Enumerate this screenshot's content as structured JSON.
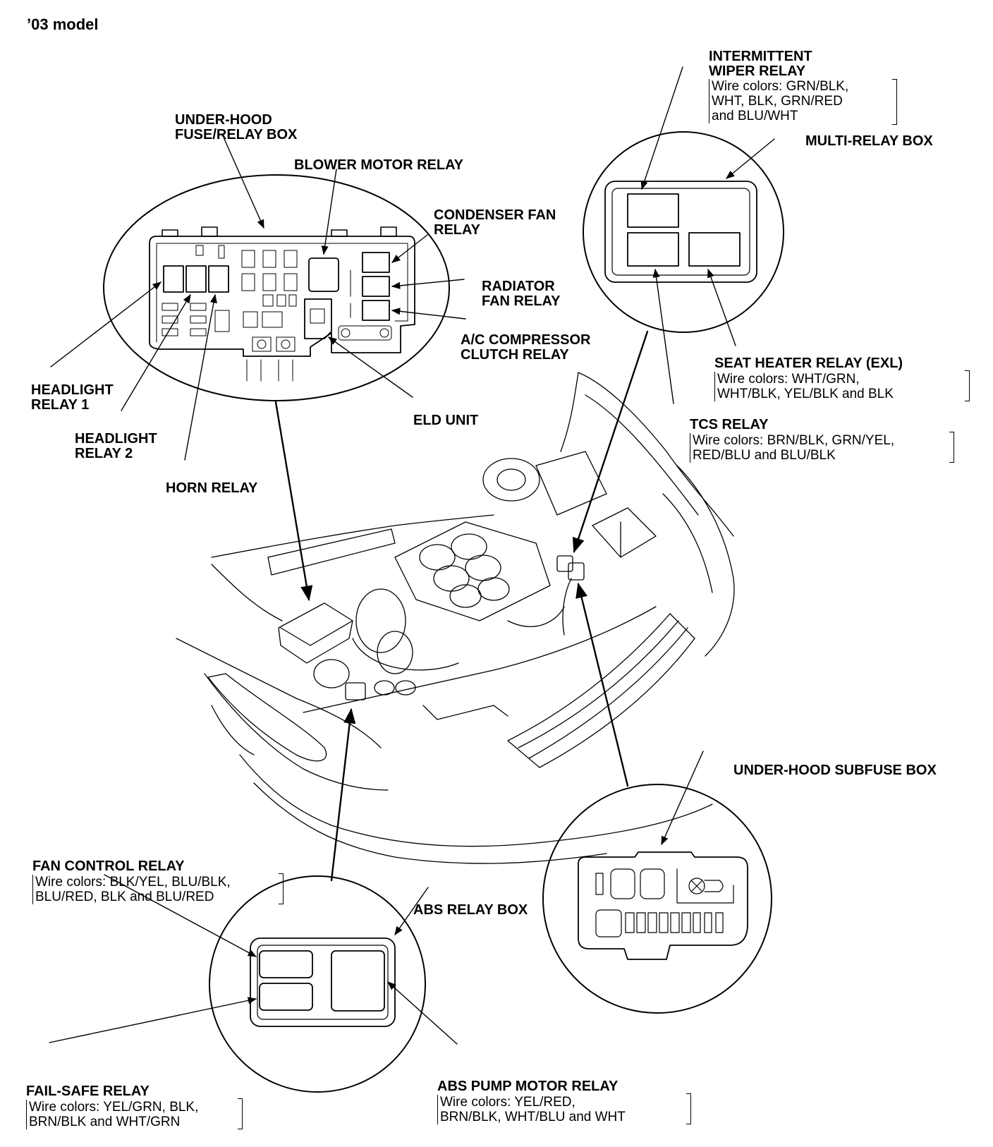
{
  "title": "’03 model",
  "labels": {
    "underhood_fuse_relay_box": [
      "UNDER-HOOD",
      "FUSE/RELAY BOX"
    ],
    "blower_motor_relay": "BLOWER MOTOR RELAY",
    "condenser_fan_relay": [
      "CONDENSER FAN",
      "RELAY"
    ],
    "radiator_fan_relay": [
      "RADIATOR",
      "FAN RELAY"
    ],
    "ac_compressor_clutch_relay": [
      "A/C COMPRESSOR",
      "CLUTCH RELAY"
    ],
    "eld_unit": "ELD UNIT",
    "headlight_relay_1": [
      "HEADLIGHT",
      "RELAY 1"
    ],
    "headlight_relay_2": [
      "HEADLIGHT",
      "RELAY 2"
    ],
    "horn_relay": "HORN RELAY",
    "intermittent_wiper_relay": {
      "name": [
        "INTERMITTENT",
        "WIPER RELAY"
      ],
      "wires": [
        "Wire colors: GRN/BLK,",
        "WHT, BLK, GRN/RED",
        "and BLU/WHT"
      ]
    },
    "multi_relay_box": "MULTI-RELAY BOX",
    "seat_heater_relay": {
      "name": "SEAT HEATER RELAY (EXL)",
      "wires": [
        "Wire colors: WHT/GRN,",
        "WHT/BLK, YEL/BLK and BLK"
      ]
    },
    "tcs_relay": {
      "name": "TCS RELAY",
      "wires": [
        "Wire colors: BRN/BLK, GRN/YEL,",
        "RED/BLU and BLU/BLK"
      ]
    },
    "underhood_subfuse_box": "UNDER-HOOD SUBFUSE BOX",
    "fan_control_relay": {
      "name": "FAN CONTROL RELAY",
      "wires": [
        "Wire colors: BLK/YEL, BLU/BLK,",
        "BLU/RED, BLK and BLU/RED"
      ]
    },
    "abs_relay_box": "ABS RELAY BOX",
    "fail_safe_relay": {
      "name": "FAIL-SAFE RELAY",
      "wires": [
        "Wire colors: YEL/GRN, BLK,",
        "BRN/BLK and WHT/GRN"
      ]
    },
    "abs_pump_motor_relay": {
      "name": "ABS PUMP MOTOR RELAY",
      "wires": [
        "Wire colors: YEL/RED,",
        "BRN/BLK, WHT/BLU and WHT"
      ]
    }
  }
}
